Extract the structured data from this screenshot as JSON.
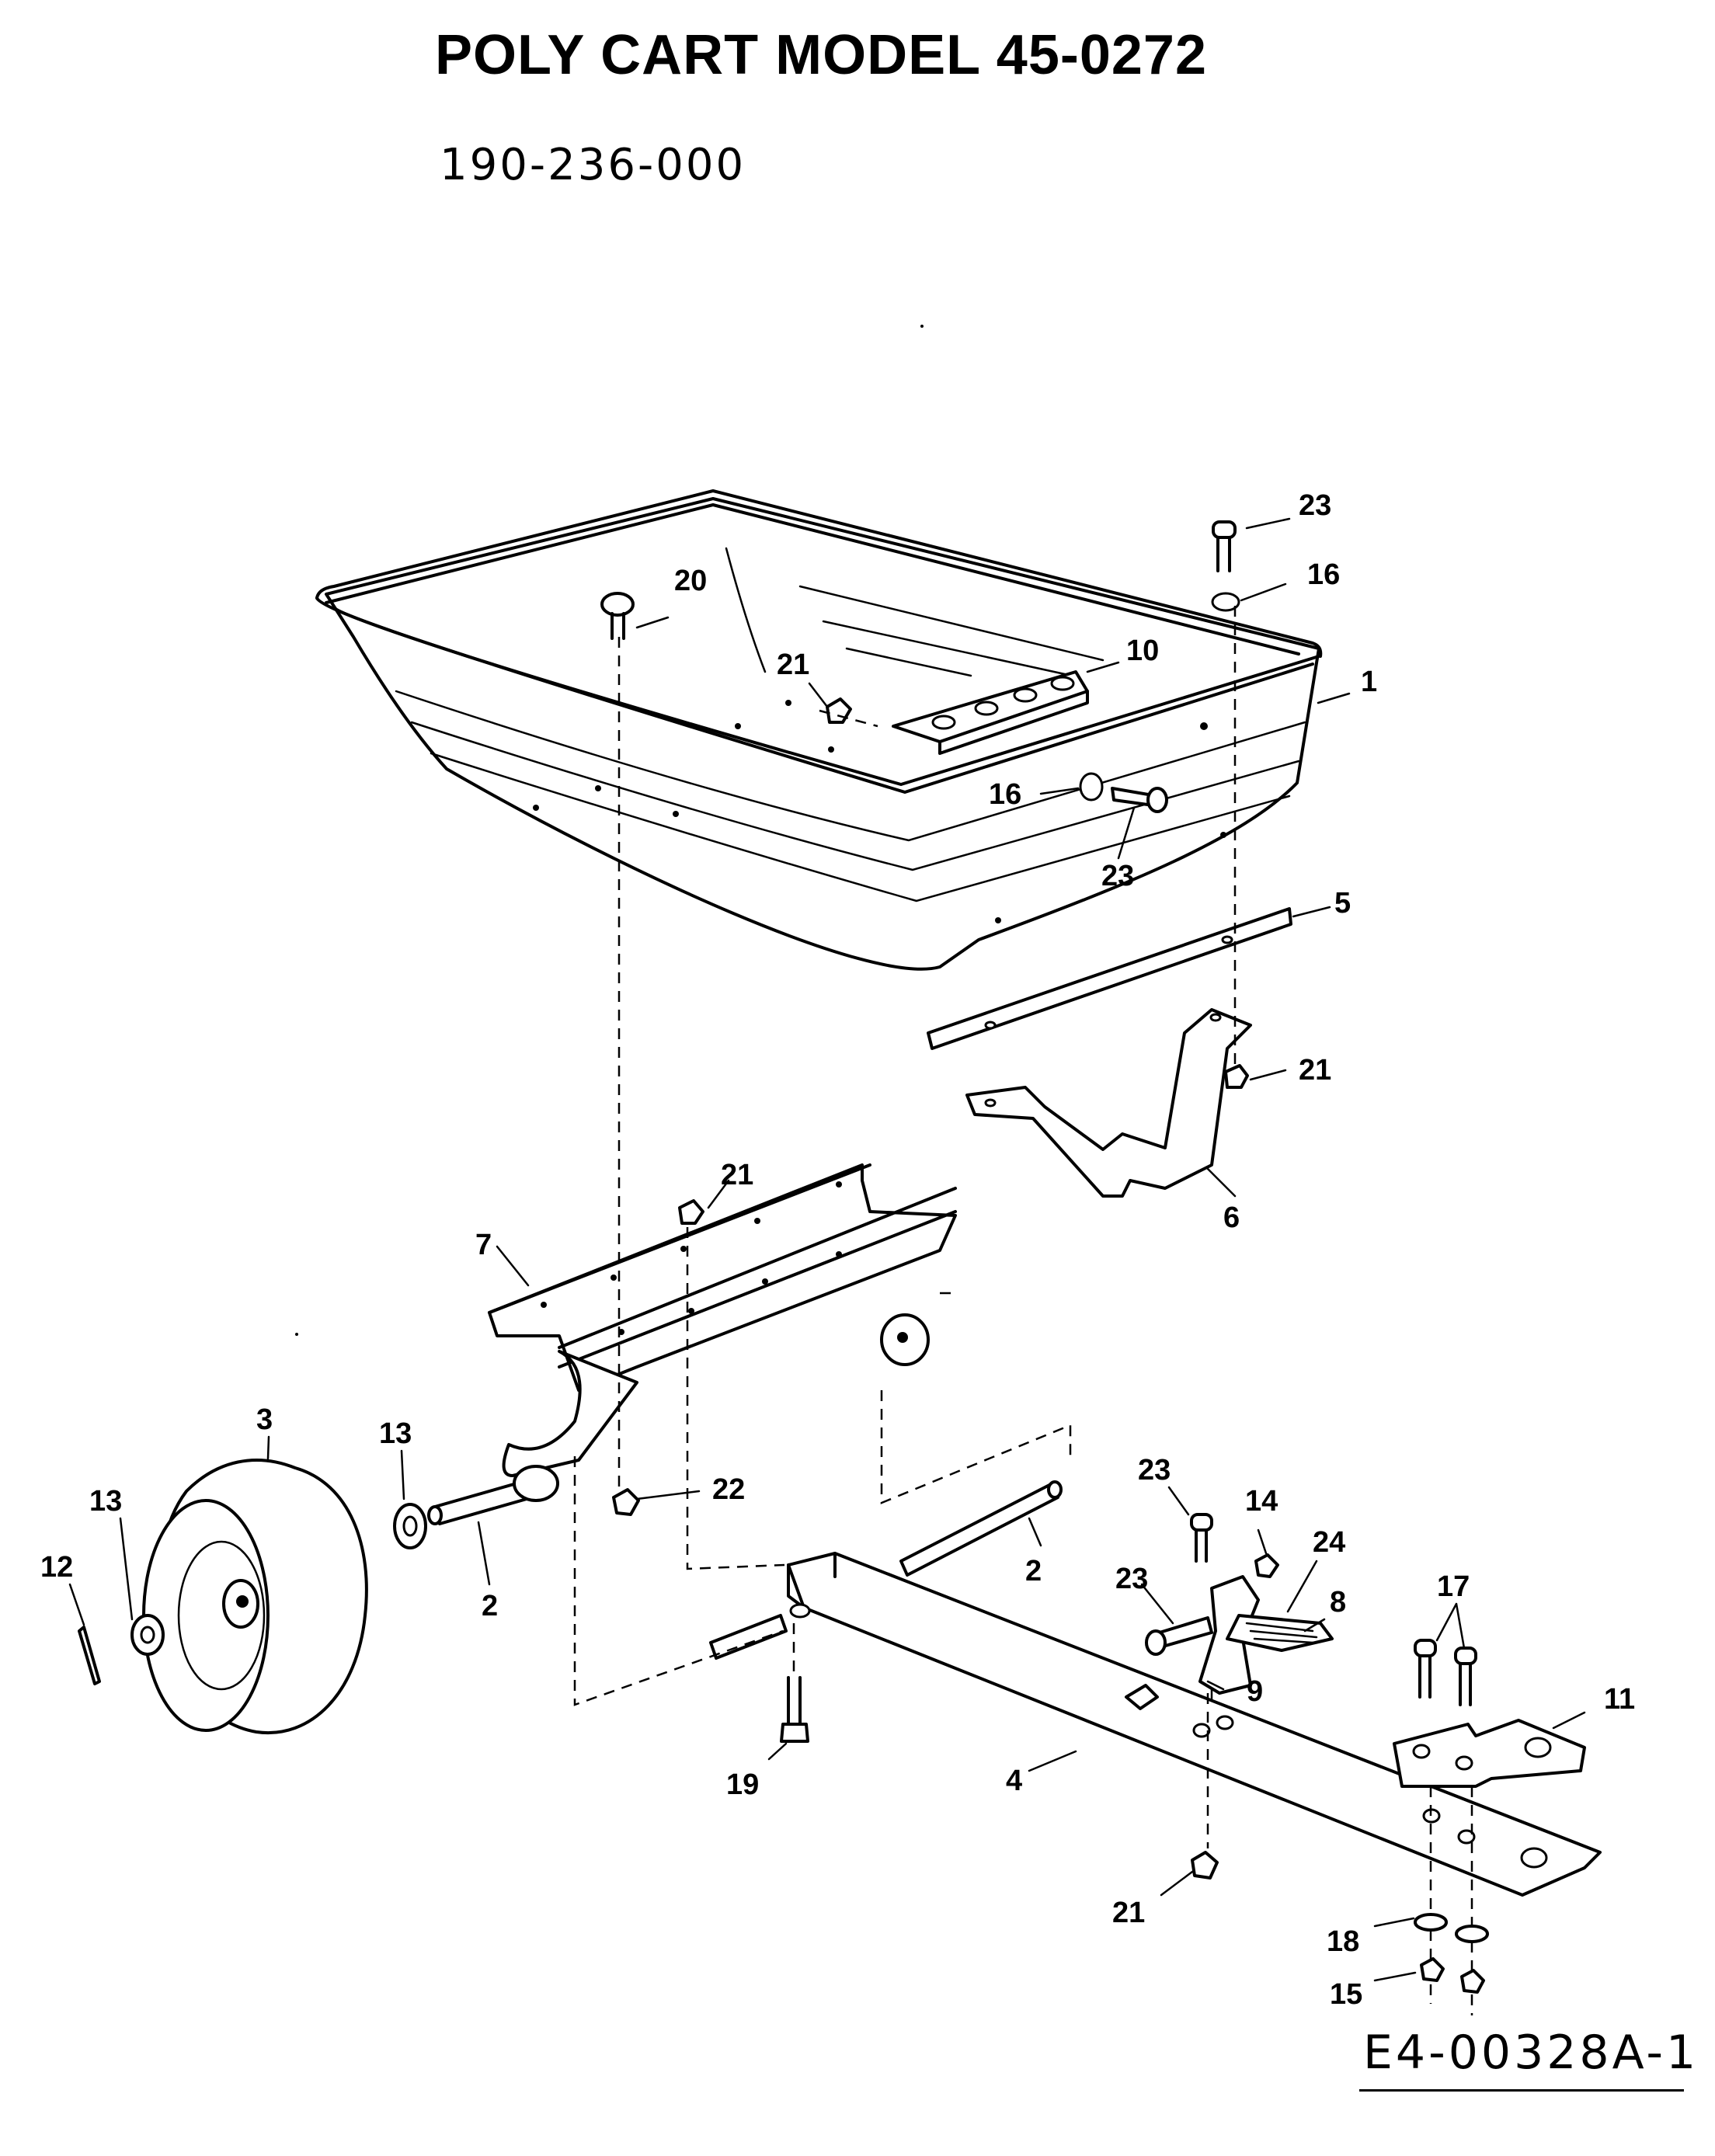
{
  "header": {
    "title": "POLY CART MODEL 45-0272",
    "part_code": "190-236-000"
  },
  "footer": {
    "drawing_number": "E4-00328A-1"
  },
  "callouts": [
    {
      "label": "1"
    },
    {
      "label": "2"
    },
    {
      "label": "2"
    },
    {
      "label": "3"
    },
    {
      "label": "4"
    },
    {
      "label": "5"
    },
    {
      "label": "6"
    },
    {
      "label": "7"
    },
    {
      "label": "8"
    },
    {
      "label": "9"
    },
    {
      "label": "10"
    },
    {
      "label": "11"
    },
    {
      "label": "12"
    },
    {
      "label": "13"
    },
    {
      "label": "13"
    },
    {
      "label": "14"
    },
    {
      "label": "15"
    },
    {
      "label": "16"
    },
    {
      "label": "16"
    },
    {
      "label": "17"
    },
    {
      "label": "18"
    },
    {
      "label": "19"
    },
    {
      "label": "20"
    },
    {
      "label": "21"
    },
    {
      "label": "21"
    },
    {
      "label": "21"
    },
    {
      "label": "21"
    },
    {
      "label": "22"
    },
    {
      "label": "23"
    },
    {
      "label": "23"
    },
    {
      "label": "23"
    },
    {
      "label": "23"
    },
    {
      "label": "24"
    }
  ]
}
